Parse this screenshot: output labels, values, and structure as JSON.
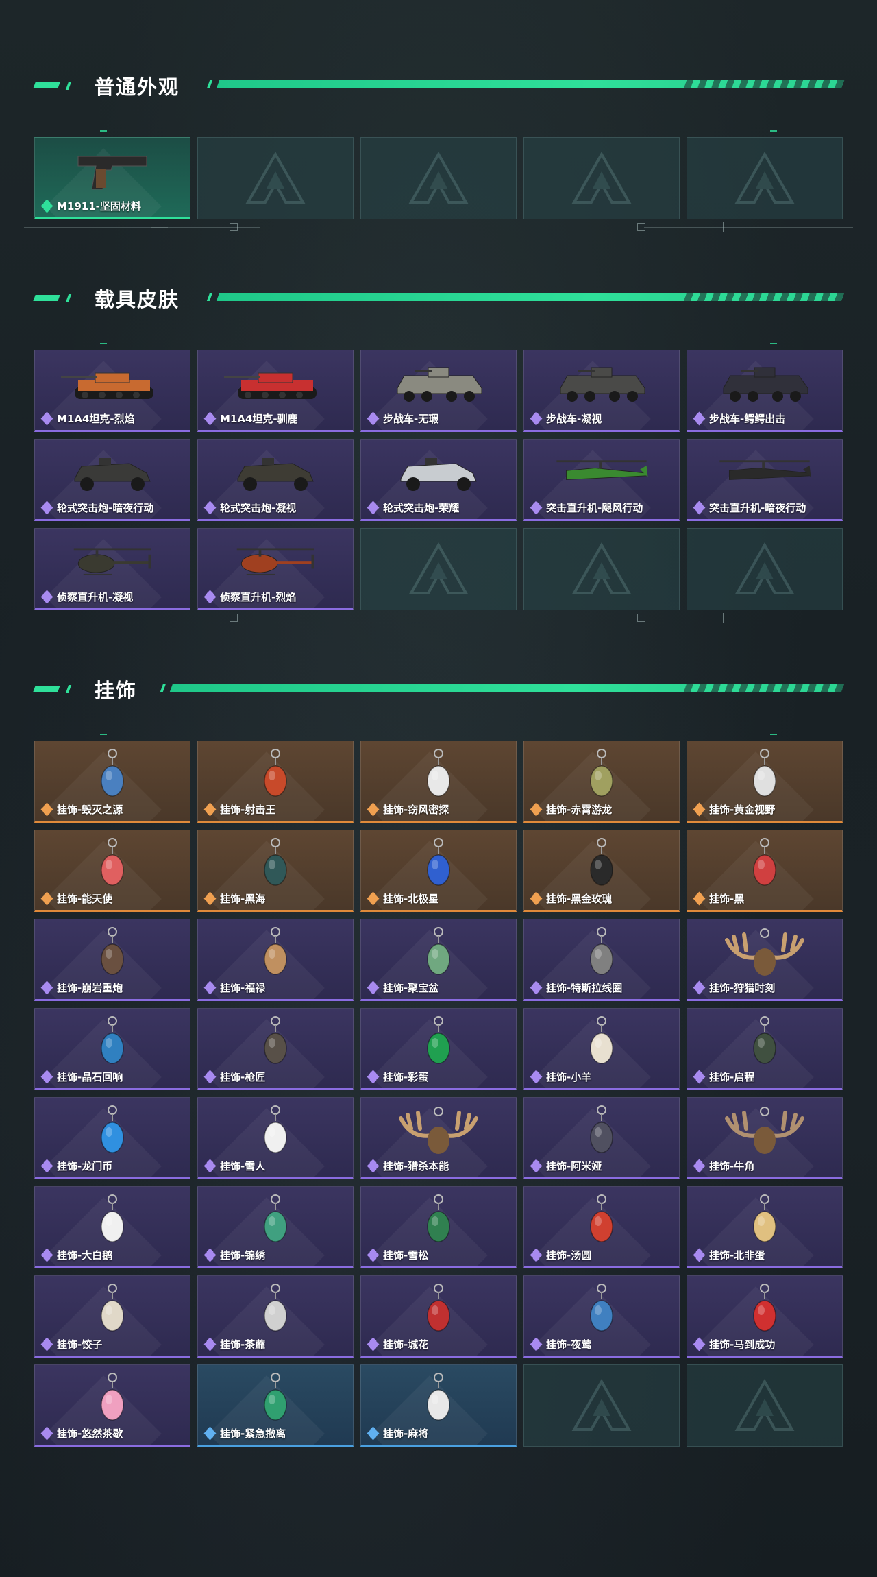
{
  "sections": [
    {
      "title": "普通外观",
      "items": [
        {
          "label": "M1911-坚固材料",
          "rarity": "green",
          "icon": "pistol-icon"
        },
        {
          "label": "",
          "rarity": "empty"
        },
        {
          "label": "",
          "rarity": "empty"
        },
        {
          "label": "",
          "rarity": "empty"
        },
        {
          "label": "",
          "rarity": "empty"
        }
      ]
    },
    {
      "title": "载具皮肤",
      "items": [
        {
          "label": "M1A4坦克-烈焰",
          "rarity": "purple",
          "icon": "tank-icon",
          "color": "#c86a30"
        },
        {
          "label": "M1A4坦克-驯鹿",
          "rarity": "purple",
          "icon": "tank-icon",
          "color": "#c83030"
        },
        {
          "label": "步战车-无瑕",
          "rarity": "purple",
          "icon": "ifv-icon",
          "color": "#8a8a80"
        },
        {
          "label": "步战车-凝视",
          "rarity": "purple",
          "icon": "ifv-icon",
          "color": "#4a4a48"
        },
        {
          "label": "步战车-鳄鳄出击",
          "rarity": "purple",
          "icon": "ifv-icon",
          "color": "#30303a"
        },
        {
          "label": "轮式突击炮-暗夜行动",
          "rarity": "purple",
          "icon": "buggy-icon",
          "color": "#3a3a38"
        },
        {
          "label": "轮式突击炮-凝视",
          "rarity": "purple",
          "icon": "buggy-icon",
          "color": "#3e3c34"
        },
        {
          "label": "轮式突击炮-荣耀",
          "rarity": "purple",
          "icon": "buggy-icon",
          "color": "#c8ccd0"
        },
        {
          "label": "突击直升机-飓风行动",
          "rarity": "purple",
          "icon": "heli-icon",
          "color": "#3a8a30"
        },
        {
          "label": "突击直升机-暗夜行动",
          "rarity": "purple",
          "icon": "heli-icon",
          "color": "#2a2a2a"
        },
        {
          "label": "侦察直升机-凝视",
          "rarity": "purple",
          "icon": "scout-heli-icon",
          "color": "#3a3a30"
        },
        {
          "label": "侦察直升机-烈焰",
          "rarity": "purple",
          "icon": "scout-heli-icon",
          "color": "#a04020"
        },
        {
          "label": "",
          "rarity": "empty"
        },
        {
          "label": "",
          "rarity": "empty"
        },
        {
          "label": "",
          "rarity": "empty"
        }
      ]
    },
    {
      "title": "挂饰",
      "items": [
        {
          "label": "挂饰-毁灭之源",
          "rarity": "orange",
          "icon": "dragon-charm-icon",
          "color": "#4a80c0"
        },
        {
          "label": "挂饰-射击王",
          "rarity": "orange",
          "icon": "figure-charm-icon",
          "color": "#c84a2a"
        },
        {
          "label": "挂饰-窃风密探",
          "rarity": "orange",
          "icon": "figure-charm-icon",
          "color": "#e8e8e8"
        },
        {
          "label": "挂饰-赤霄游龙",
          "rarity": "orange",
          "icon": "figure-charm-icon",
          "color": "#a0a060"
        },
        {
          "label": "挂饰-黄金视野",
          "rarity": "orange",
          "icon": "figure-charm-icon",
          "color": "#e0e0e0"
        },
        {
          "label": "挂饰-能天使",
          "rarity": "orange",
          "icon": "tag-charm-icon",
          "color": "#e06060"
        },
        {
          "label": "挂饰-黑海",
          "rarity": "orange",
          "icon": "anchor-charm-icon",
          "color": "#305858"
        },
        {
          "label": "挂饰-北极星",
          "rarity": "orange",
          "icon": "star-charm-icon",
          "color": "#3060d0"
        },
        {
          "label": "挂饰-黑金玫瑰",
          "rarity": "orange",
          "icon": "rose-charm-icon",
          "color": "#2a2a2a"
        },
        {
          "label": "挂饰-黑",
          "rarity": "orange",
          "icon": "tag-charm-icon",
          "color": "#d04040"
        },
        {
          "label": "挂饰-崩岩重炮",
          "rarity": "purple",
          "icon": "figure-charm-icon",
          "color": "#6a5040"
        },
        {
          "label": "挂饰-福禄",
          "rarity": "purple",
          "icon": "gourd-charm-icon",
          "color": "#c09060"
        },
        {
          "label": "挂饰-聚宝盆",
          "rarity": "purple",
          "icon": "bowl-charm-icon",
          "color": "#70a880"
        },
        {
          "label": "挂饰-特斯拉线圈",
          "rarity": "purple",
          "icon": "coil-charm-icon",
          "color": "#808080"
        },
        {
          "label": "挂饰-狩猎时刻",
          "rarity": "purple",
          "icon": "antler-charm-icon",
          "color": "#c8a070"
        },
        {
          "label": "挂饰-晶石回响",
          "rarity": "purple",
          "icon": "crystal-charm-icon",
          "color": "#3080c0"
        },
        {
          "label": "挂饰-枪匠",
          "rarity": "purple",
          "icon": "box-charm-icon",
          "color": "#585048"
        },
        {
          "label": "挂饰-彩蛋",
          "rarity": "purple",
          "icon": "egg-charm-icon",
          "color": "#20a050"
        },
        {
          "label": "挂饰-小羊",
          "rarity": "purple",
          "icon": "sheep-charm-icon",
          "color": "#e8e0d0"
        },
        {
          "label": "挂饰-启程",
          "rarity": "purple",
          "icon": "emblem-charm-icon",
          "color": "#405040"
        },
        {
          "label": "挂饰-龙门币",
          "rarity": "purple",
          "icon": "card-charm-icon",
          "color": "#3090e0"
        },
        {
          "label": "挂饰-雪人",
          "rarity": "purple",
          "icon": "snowman-charm-icon",
          "color": "#f0f0f0"
        },
        {
          "label": "挂饰-猎杀本能",
          "rarity": "purple",
          "icon": "antler-charm-icon",
          "color": "#c8a070"
        },
        {
          "label": "挂饰-阿米娅",
          "rarity": "purple",
          "icon": "figure-charm-icon",
          "color": "#505060"
        },
        {
          "label": "挂饰-牛角",
          "rarity": "purple",
          "icon": "horn-charm-icon",
          "color": "#b09070"
        },
        {
          "label": "挂饰-大白鹅",
          "rarity": "purple",
          "icon": "goose-charm-icon",
          "color": "#f0f0f0"
        },
        {
          "label": "挂饰-锦绣",
          "rarity": "purple",
          "icon": "butterfly-charm-icon",
          "color": "#40a080"
        },
        {
          "label": "挂饰-雪松",
          "rarity": "purple",
          "icon": "tree-charm-icon",
          "color": "#308050"
        },
        {
          "label": "挂饰-汤圆",
          "rarity": "purple",
          "icon": "bowl-charm-icon",
          "color": "#d04030"
        },
        {
          "label": "挂饰-北非蛋",
          "rarity": "purple",
          "icon": "egg-charm-icon",
          "color": "#e0c080"
        },
        {
          "label": "挂饰-饺子",
          "rarity": "purple",
          "icon": "dumpling-charm-icon",
          "color": "#e0d8c8"
        },
        {
          "label": "挂饰-茶蘼",
          "rarity": "purple",
          "icon": "flower-charm-icon",
          "color": "#d0d0d0"
        },
        {
          "label": "挂饰-城花",
          "rarity": "purple",
          "icon": "flower-charm-icon",
          "color": "#c03030"
        },
        {
          "label": "挂饰-夜莺",
          "rarity": "purple",
          "icon": "feather-charm-icon",
          "color": "#4080c0"
        },
        {
          "label": "挂饰-马到成功",
          "rarity": "purple",
          "icon": "horse-charm-icon",
          "color": "#d03030"
        },
        {
          "label": "挂饰-悠然茶歇",
          "rarity": "purple",
          "icon": "cupcake-charm-icon",
          "color": "#f0a0c0"
        },
        {
          "label": "挂饰-紧急撤离",
          "rarity": "blue",
          "icon": "tag-charm-icon",
          "color": "#30a070"
        },
        {
          "label": "挂饰-麻将",
          "rarity": "blue",
          "icon": "mahjong-charm-icon",
          "color": "#e8e8e8"
        },
        {
          "label": "",
          "rarity": "empty"
        },
        {
          "label": "",
          "rarity": "empty"
        }
      ]
    }
  ]
}
